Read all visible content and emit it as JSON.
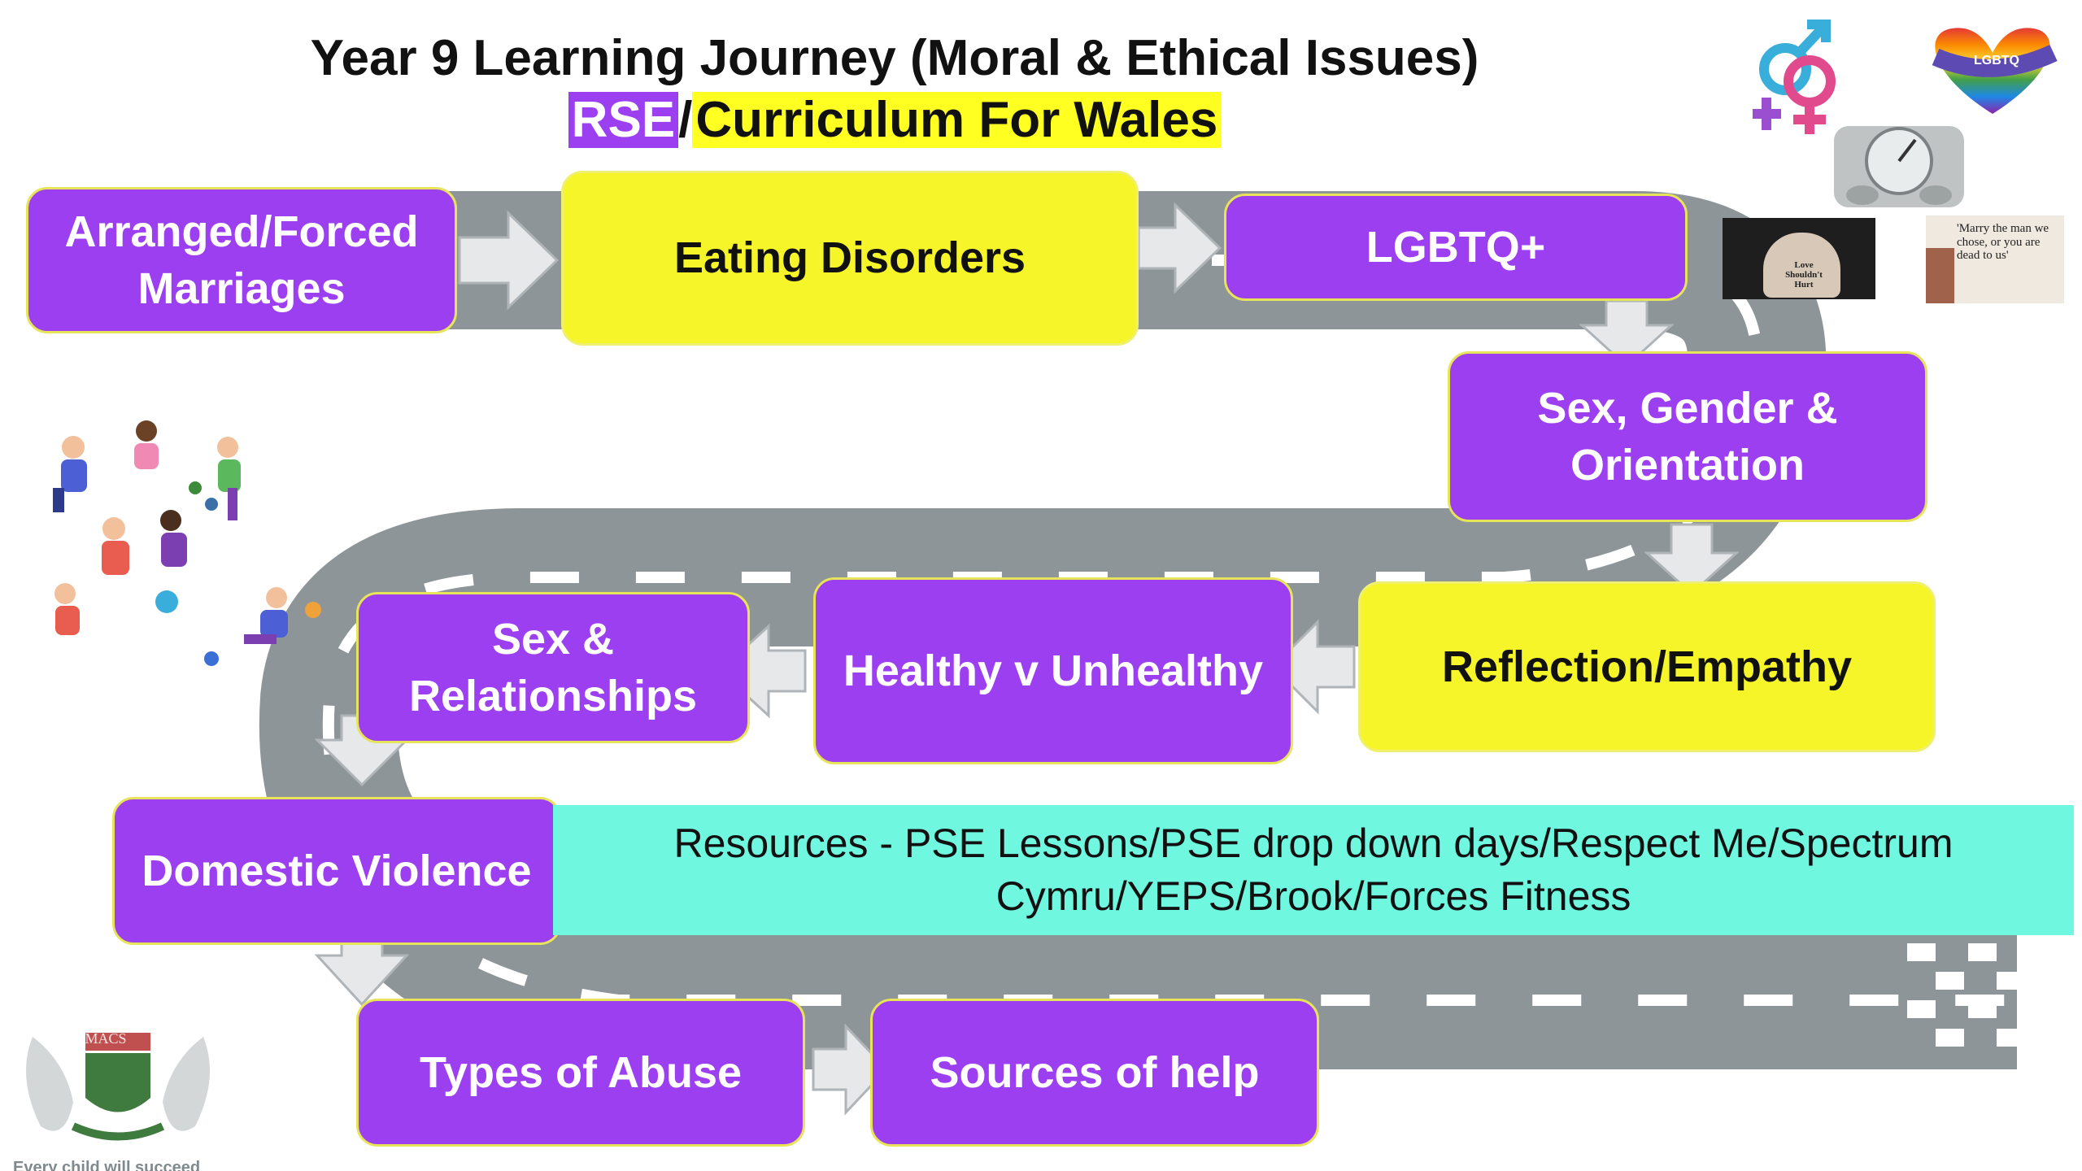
{
  "title": {
    "line1": "Year 9 Learning Journey (Moral & Ethical Issues)",
    "rse": "RSE",
    "slash": "/",
    "cfw": "Curriculum For Wales"
  },
  "steps": [
    {
      "id": "arranged",
      "line1": "Arranged/Forced",
      "line2": "Marriages"
    },
    {
      "id": "eating",
      "label": "Eating Disorders"
    },
    {
      "id": "lgbtq",
      "label": "LGBTQ+"
    },
    {
      "id": "sgo",
      "line1": "Sex, Gender &",
      "line2": "Orientation"
    },
    {
      "id": "reflection",
      "label": "Reflection/Empathy"
    },
    {
      "id": "healthy",
      "label": "Healthy v Unhealthy"
    },
    {
      "id": "sexrel",
      "line1": "Sex &",
      "line2": "Relationships"
    },
    {
      "id": "dv",
      "label": "Domestic Violence"
    },
    {
      "id": "abuse",
      "label": "Types of Abuse"
    },
    {
      "id": "help",
      "label": "Sources of help"
    }
  ],
  "resources": {
    "line1": "Resources - PSE Lessons/PSE drop down days/Respect Me/Spectrum",
    "line2": "Cymru/YEPS/Brook/Forces Fitness"
  },
  "images": {
    "lgbtq_heart_text": "LGBTQ",
    "love_back_text": "Love Shouldn't Hurt",
    "newspaper_text": "'Marry the man we chose, or you are dead to us'",
    "crest_text": "MACS",
    "motto": "Every child will succeed"
  },
  "colors": {
    "purple": "#9b3ff0",
    "yellow": "#f5f52a",
    "aqua": "#6ff7e0",
    "road": "#8e9598",
    "arrow": "#e6e8ea"
  }
}
